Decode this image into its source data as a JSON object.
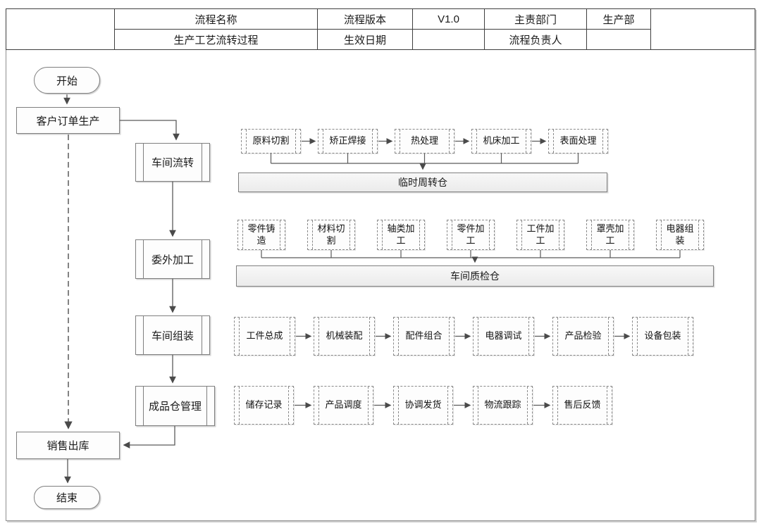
{
  "header": {
    "process_name_label": "流程名称",
    "process_name_value": "生产工艺流转过程",
    "version_label": "流程版本",
    "version_value": "V1.0",
    "effective_date_label": "生效日期",
    "effective_date_value": "",
    "department_label": "主责部门",
    "department_value": "生产部",
    "owner_label": "流程负责人",
    "owner_value": ""
  },
  "flow": {
    "start_label": "开始",
    "customer_order_label": "客户订单生产",
    "stages": [
      {
        "label": "车间流转"
      },
      {
        "label": "委外加工"
      },
      {
        "label": "车间组装"
      },
      {
        "label": "成品仓管理"
      }
    ],
    "sales_label": "销售出库",
    "end_label": "结束",
    "rows": [
      {
        "steps": [
          "原料切割",
          "矫正焊接",
          "热处理",
          "机床加工",
          "表面处理"
        ],
        "warehouse": "临时周转仓"
      },
      {
        "steps": [
          "零件铸造",
          "材料切割",
          "轴类加工",
          "零件加工",
          "工件加工",
          "罩壳加工",
          "电器组装"
        ],
        "warehouse": "车间质检仓"
      },
      {
        "steps": [
          "工件总成",
          "机械装配",
          "配件组合",
          "电器调试",
          "产品检验",
          "设备包装"
        ]
      },
      {
        "steps": [
          "储存记录",
          "产品调度",
          "协调发货",
          "物流跟踪",
          "售后反馈"
        ]
      }
    ]
  },
  "colors": {
    "line": "#5a5a5a",
    "box_border": "#7f7f7f",
    "dashed_border": "#8a8a8a",
    "warehouse_fill": "#efefef",
    "table_border": "#3f3f3f"
  }
}
